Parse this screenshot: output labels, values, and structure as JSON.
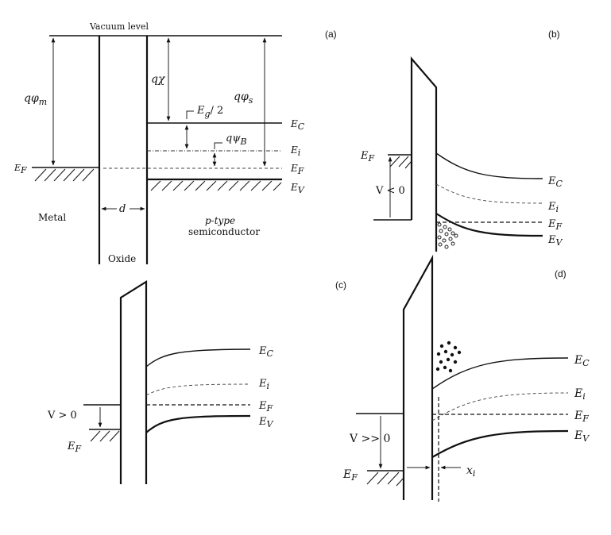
{
  "panel_labels": {
    "a": "(a)",
    "b": "(b)",
    "c": "(c)",
    "d": "(d)"
  },
  "panel_a": {
    "vacuum_level": "Vacuum level",
    "q_phi_m": "qφ",
    "q_phi_m_sub": "m",
    "q_chi": "qχ",
    "q_phi_s": "qφ",
    "q_phi_s_sub": "s",
    "eg_half": "E",
    "eg_half_sub": "g",
    "eg_half_tail": "/ 2",
    "q_psi_b": "qψ",
    "q_psi_b_sub": "B",
    "ec": "E",
    "ec_sub": "C",
    "ei": "E",
    "ei_sub": "i",
    "ef": "E",
    "ef_sub": "F",
    "ev": "E",
    "ev_sub": "V",
    "ef_metal": "E",
    "ef_metal_sub": "F",
    "metal": "Metal",
    "d": "d",
    "semiconductor_line1": "p-type",
    "semiconductor_line2": "semiconductor",
    "oxide": "Oxide"
  },
  "panel_b": {
    "ef": "E",
    "ef_sub": "F",
    "voltage": "V < 0",
    "ec": "E",
    "ec_sub": "C",
    "ei": "E",
    "ei_sub": "i",
    "ef_s": "E",
    "ef_s_sub": "F",
    "ev": "E",
    "ev_sub": "V"
  },
  "panel_c": {
    "voltage": "V > 0",
    "ef": "E",
    "ef_sub": "F",
    "ec": "E",
    "ec_sub": "C",
    "ei": "E",
    "ei_sub": "i",
    "ef_s": "E",
    "ef_s_sub": "F",
    "ev": "E",
    "ev_sub": "V"
  },
  "panel_d": {
    "voltage": "V >> 0",
    "ef": "E",
    "ef_sub": "F",
    "ec": "E",
    "ec_sub": "C",
    "ei": "E",
    "ei_sub": "i",
    "ef_s": "E",
    "ef_s_sub": "F",
    "ev": "E",
    "ev_sub": "V",
    "xi": "x",
    "xi_sub": "i"
  }
}
